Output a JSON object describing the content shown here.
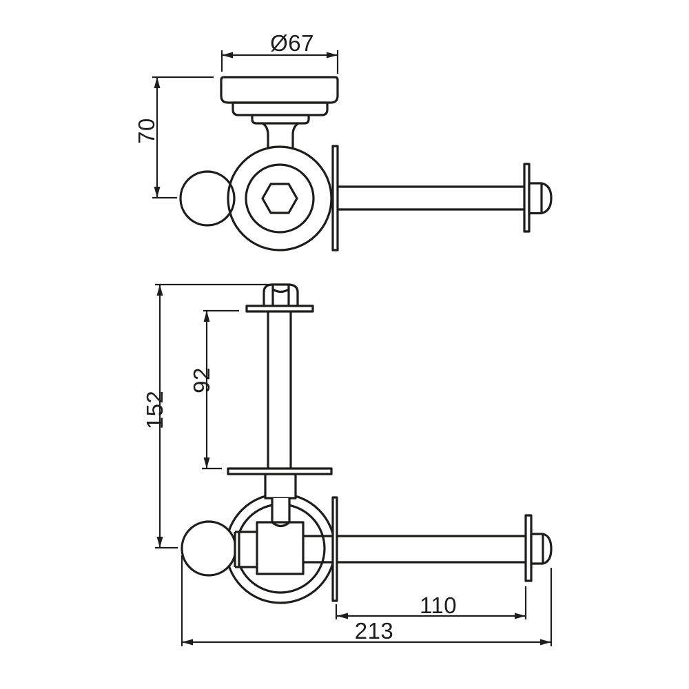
{
  "drawing": {
    "colors": {
      "line": "#1d1d1b",
      "background": "#ffffff"
    },
    "views": {
      "top": {
        "dims": {
          "diameter": "Ø67",
          "height": "70"
        }
      },
      "front": {
        "dims": {
          "total_height": "152",
          "post_length": "92",
          "rod_length": "110",
          "total_width": "213"
        }
      }
    }
  }
}
